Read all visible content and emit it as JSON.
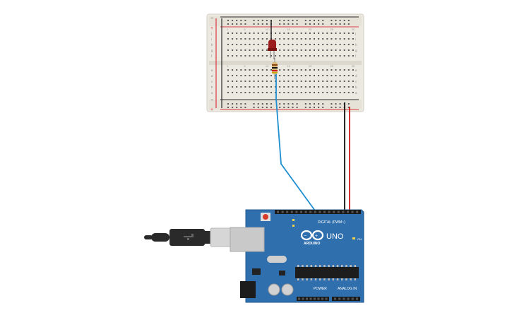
{
  "colors": {
    "breadboard_body": "#ece9e1",
    "rail_positive": "#d9363e",
    "rail_negative": "#2b2b2b",
    "arduino_board": "#2f6fae",
    "led": "#9b1c1c",
    "wire_signal": "#1f8fd0",
    "wire_gnd": "#111111",
    "wire_power": "#d01c1c",
    "usb_cable": "#2a2a2a",
    "usb_connector": "#d6d6d6"
  },
  "breadboard": {
    "rail_plus_label": "+",
    "rail_minus_label": "−",
    "row_letters_top": [
      "j",
      "i",
      "h",
      "g",
      "f"
    ],
    "row_letters_bottom": [
      "e",
      "d",
      "c",
      "b",
      "a"
    ],
    "column_numbers": [
      "1",
      "5",
      "10",
      "15",
      "20",
      "25",
      "30"
    ]
  },
  "arduino": {
    "brand": "ARDUINO",
    "model": "UNO",
    "digital_label": "DIGITAL (PWM~)",
    "analog_label": "ANALOG IN",
    "power_label": "POWER",
    "on_label": "ON",
    "logo_icon": "infinity-logo-icon"
  },
  "components": {
    "led_name": "led",
    "resistor_name": "resistor",
    "usb_name": "usb-cable"
  }
}
